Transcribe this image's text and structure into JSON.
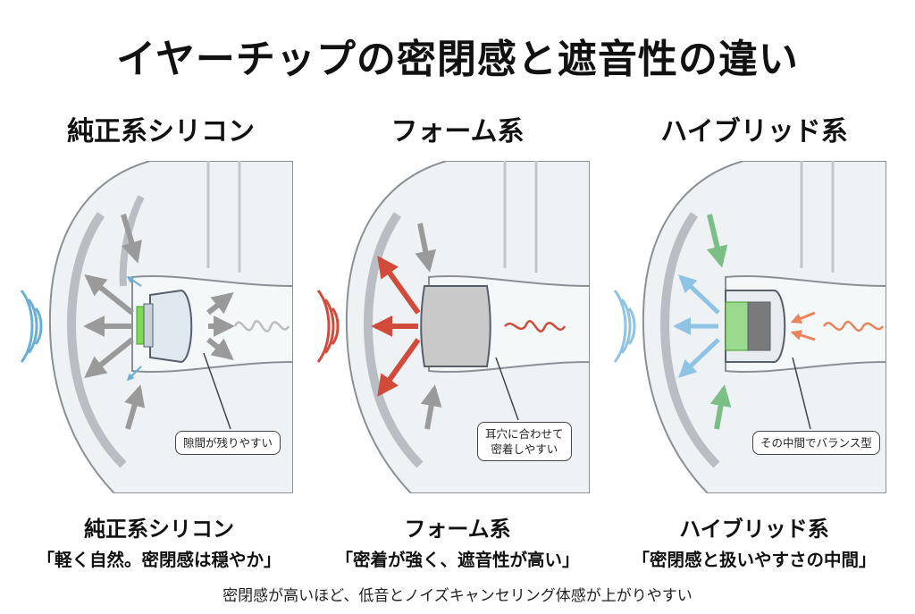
{
  "title": "イヤーチップの密閉感と遮音性の違い",
  "columns": [
    {
      "heading": "純正系シリコン",
      "callout": "隙間が残りやすい",
      "name": "純正系シリコン",
      "description": "「軽く自然。密閉感は穏やか」"
    },
    {
      "heading": "フォーム系",
      "callout_line1": "耳穴に合わせて",
      "callout_line2": "密着しやすい",
      "name": "フォーム系",
      "description": "「密着が強く、遮音性が高い」"
    },
    {
      "heading": "ハイブリッド系",
      "callout": "その中間でバランス型",
      "name": "ハイブリッド系",
      "description": "「密閉感と扱いやすさの中間」"
    }
  ],
  "footnote": "密閉感が高いほど、低音とノイズキャンセリング体感が上がりやすい",
  "colors": {
    "silicone_arrows": "#9a9a9a",
    "silicone_leak": "#6aaed6",
    "silicone_accent": "#7ed957",
    "foam_arrows": "#d14a3a",
    "foam_body": "#c9c9c9",
    "hybrid_green": "#7bbf86",
    "hybrid_blue": "#8ec3e6",
    "hybrid_orange": "#e8835a",
    "ear_fill": "#eef2f4",
    "ear_stroke": "#8a9096"
  }
}
